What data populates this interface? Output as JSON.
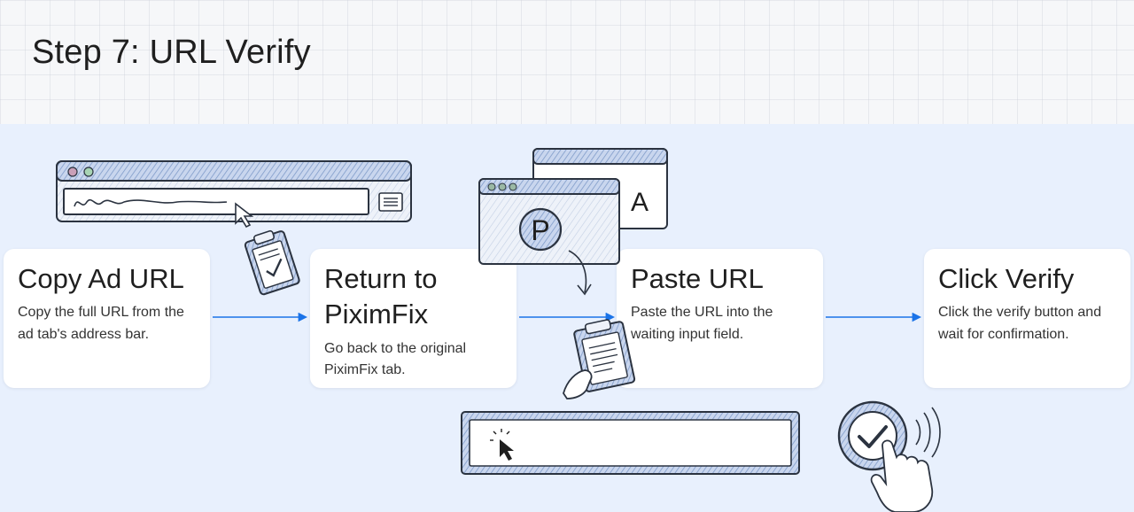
{
  "page": {
    "title": "Step 7: URL Verify"
  },
  "steps": [
    {
      "title": "Copy Ad URL",
      "description": "Copy the full URL from the ad tab's address bar."
    },
    {
      "title": "Return to PiximFix",
      "description": "Go back to the original PiximFix tab."
    },
    {
      "title": "Paste URL",
      "description": "Paste the URL into the waiting input field."
    },
    {
      "title": "Click Verify",
      "description": "Click the verify button and wait for confirmation."
    }
  ],
  "illustrations": {
    "tab_front_letter": "P",
    "tab_back_letter": "A",
    "icons": [
      "browser-address-bar-icon",
      "clipboard-check-icon",
      "browser-tabs-icon",
      "clipboard-hand-icon",
      "input-field-cursor-icon",
      "verify-button-hand-icon"
    ]
  },
  "colors": {
    "accent_arrow": "#1a73e8",
    "panel_bg": "#e8f0fd",
    "sketch_blue": "#7f9bc9",
    "outline": "#2b3340"
  }
}
